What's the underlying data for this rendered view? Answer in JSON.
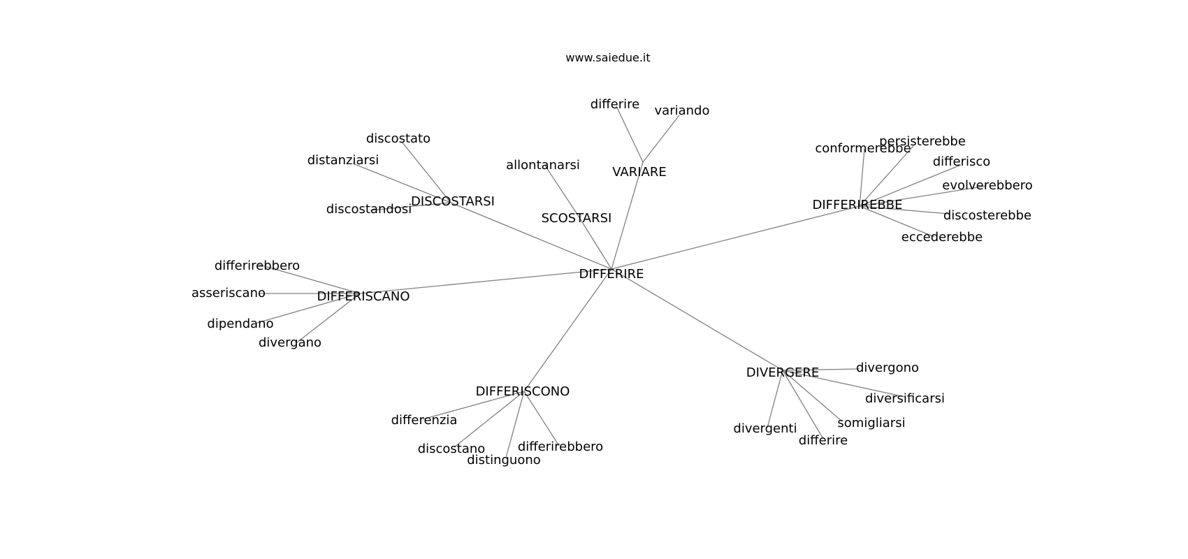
{
  "site_label": "www.saiedue.it",
  "colors": {
    "edge": "#808080",
    "text": "#000000",
    "background": "#ffffff"
  },
  "root": "DIFFERIRE",
  "nodes": {
    "differire_root": "DIFFERIRE",
    "variare": "VARIARE",
    "scostarsi": "SCOSTARSI",
    "discostarsi": "DISCOSTARSI",
    "differirebbe": "DIFFERIREBBE",
    "differiscano": "DIFFERISCANO",
    "differiscono": "DIFFERISCONO",
    "divergere": "DIVERGERE",
    "differire_var": "differire",
    "variando": "variando",
    "allontanarsi": "allontanarsi",
    "discostato": "discostato",
    "distanziarsi": "distanziarsi",
    "discostandosi": "discostandosi",
    "conformerebbe": "conformerebbe",
    "persisterebbe": "persisterebbe",
    "differisco": "differisco",
    "evolverebbero": "evolverebbero",
    "discosterebbe": "discosterebbe",
    "eccederebbe": "eccederebbe",
    "differirebbero_a": "differirebbero",
    "asseriscano": "asseriscano",
    "dipendano": "dipendano",
    "divergano": "divergano",
    "differenzia": "differenzia",
    "discostano": "discostano",
    "distinguono": "distinguono",
    "differirebbero_b": "differirebbero",
    "divergono": "divergono",
    "diversificarsi": "diversificarsi",
    "somigliarsi": "somigliarsi",
    "divergenti": "divergenti",
    "differire_div": "differire"
  },
  "edges": [
    [
      "differire_root",
      "variare"
    ],
    [
      "differire_root",
      "scostarsi"
    ],
    [
      "differire_root",
      "discostarsi"
    ],
    [
      "differire_root",
      "differirebbe"
    ],
    [
      "differire_root",
      "differiscano"
    ],
    [
      "differire_root",
      "differiscono"
    ],
    [
      "differire_root",
      "divergere"
    ],
    [
      "variare",
      "differire_var"
    ],
    [
      "variare",
      "variando"
    ],
    [
      "scostarsi",
      "allontanarsi"
    ],
    [
      "discostarsi",
      "discostato"
    ],
    [
      "discostarsi",
      "distanziarsi"
    ],
    [
      "discostarsi",
      "discostandosi"
    ],
    [
      "differirebbe",
      "conformerebbe"
    ],
    [
      "differirebbe",
      "persisterebbe"
    ],
    [
      "differirebbe",
      "differisco"
    ],
    [
      "differirebbe",
      "evolverebbero"
    ],
    [
      "differirebbe",
      "discosterebbe"
    ],
    [
      "differirebbe",
      "eccederebbe"
    ],
    [
      "differiscano",
      "differirebbero_a"
    ],
    [
      "differiscano",
      "asseriscano"
    ],
    [
      "differiscano",
      "dipendano"
    ],
    [
      "differiscano",
      "divergano"
    ],
    [
      "differiscono",
      "differenzia"
    ],
    [
      "differiscono",
      "discostano"
    ],
    [
      "differiscono",
      "distinguono"
    ],
    [
      "differiscono",
      "differirebbero_b"
    ],
    [
      "divergere",
      "divergono"
    ],
    [
      "divergere",
      "diversificarsi"
    ],
    [
      "divergere",
      "somigliarsi"
    ],
    [
      "divergere",
      "divergenti"
    ],
    [
      "divergere",
      "differire_div"
    ]
  ]
}
